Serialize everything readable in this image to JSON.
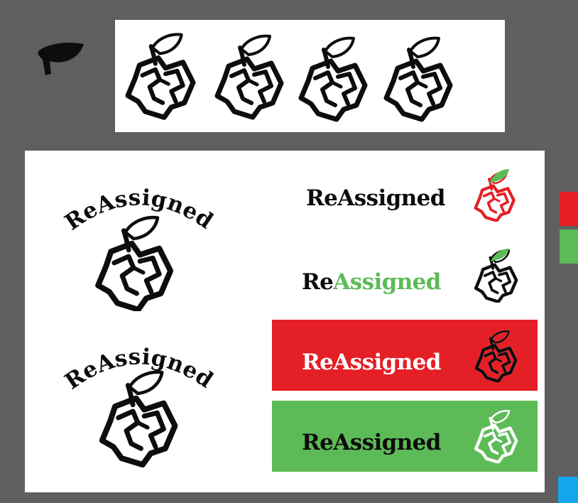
{
  "brand": {
    "re": "Re",
    "assigned": "Assigned",
    "full": "ReAssigned"
  },
  "colors": {
    "background": "#5f5f5f",
    "panel": "#ffffff",
    "red": "#e51f26",
    "green": "#5dbb57",
    "blue": "#13a6ef",
    "ink": "#0d0d0d"
  },
  "icons": {
    "leaf": "leaf-icon",
    "apple": "apple-logo-icon"
  },
  "swatches": [
    {
      "name": "red",
      "color": "#e51f26"
    },
    {
      "name": "green",
      "color": "#5dbb57"
    },
    {
      "name": "blue",
      "color": "#13a6ef"
    }
  ]
}
